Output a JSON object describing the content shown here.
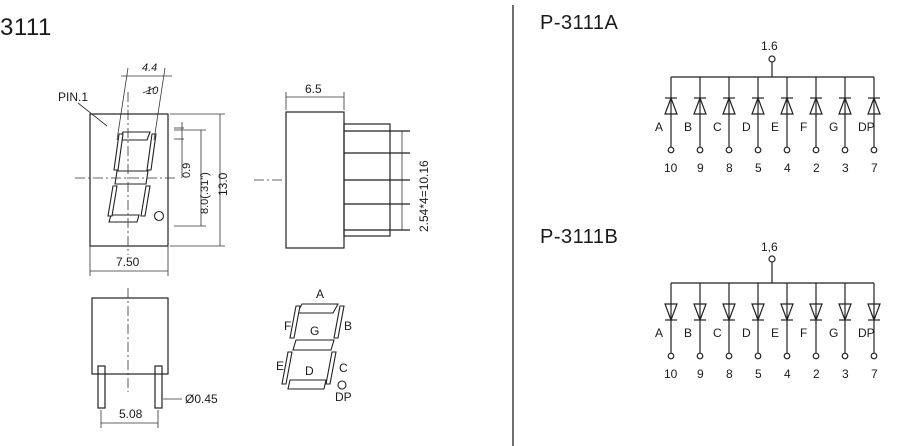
{
  "titles": {
    "main": "3111",
    "variant_a": "P-3111A",
    "variant_b": "P-3111B"
  },
  "front_view": {
    "pin1": "PIN.1",
    "slant_width": "4.4",
    "slant_angle": "10",
    "segment_gap": "0.9",
    "digit_height": "8.0(.31\")",
    "body_height": "13.0",
    "body_width": "7.50"
  },
  "side_view": {
    "depth": "6.5",
    "pin_span": "2.54*4=10.16"
  },
  "bottom_view": {
    "pin_pitch": "5.08",
    "pin_dia": "Ø0.45"
  },
  "segment_diagram": {
    "labels": [
      "A",
      "B",
      "C",
      "D",
      "E",
      "F",
      "G",
      "DP"
    ]
  },
  "circuit_a": {
    "common_pin": "1.6",
    "segments": [
      "A",
      "B",
      "C",
      "D",
      "E",
      "F",
      "G",
      "DP"
    ],
    "pins": [
      "10",
      "9",
      "8",
      "5",
      "4",
      "2",
      "3",
      "7"
    ]
  },
  "circuit_b": {
    "common_pin": "1,6",
    "segments": [
      "A",
      "B",
      "C",
      "D",
      "E",
      "F",
      "G",
      "DP"
    ],
    "pins": [
      "10",
      "9",
      "8",
      "5",
      "4",
      "2",
      "3",
      "7"
    ]
  }
}
